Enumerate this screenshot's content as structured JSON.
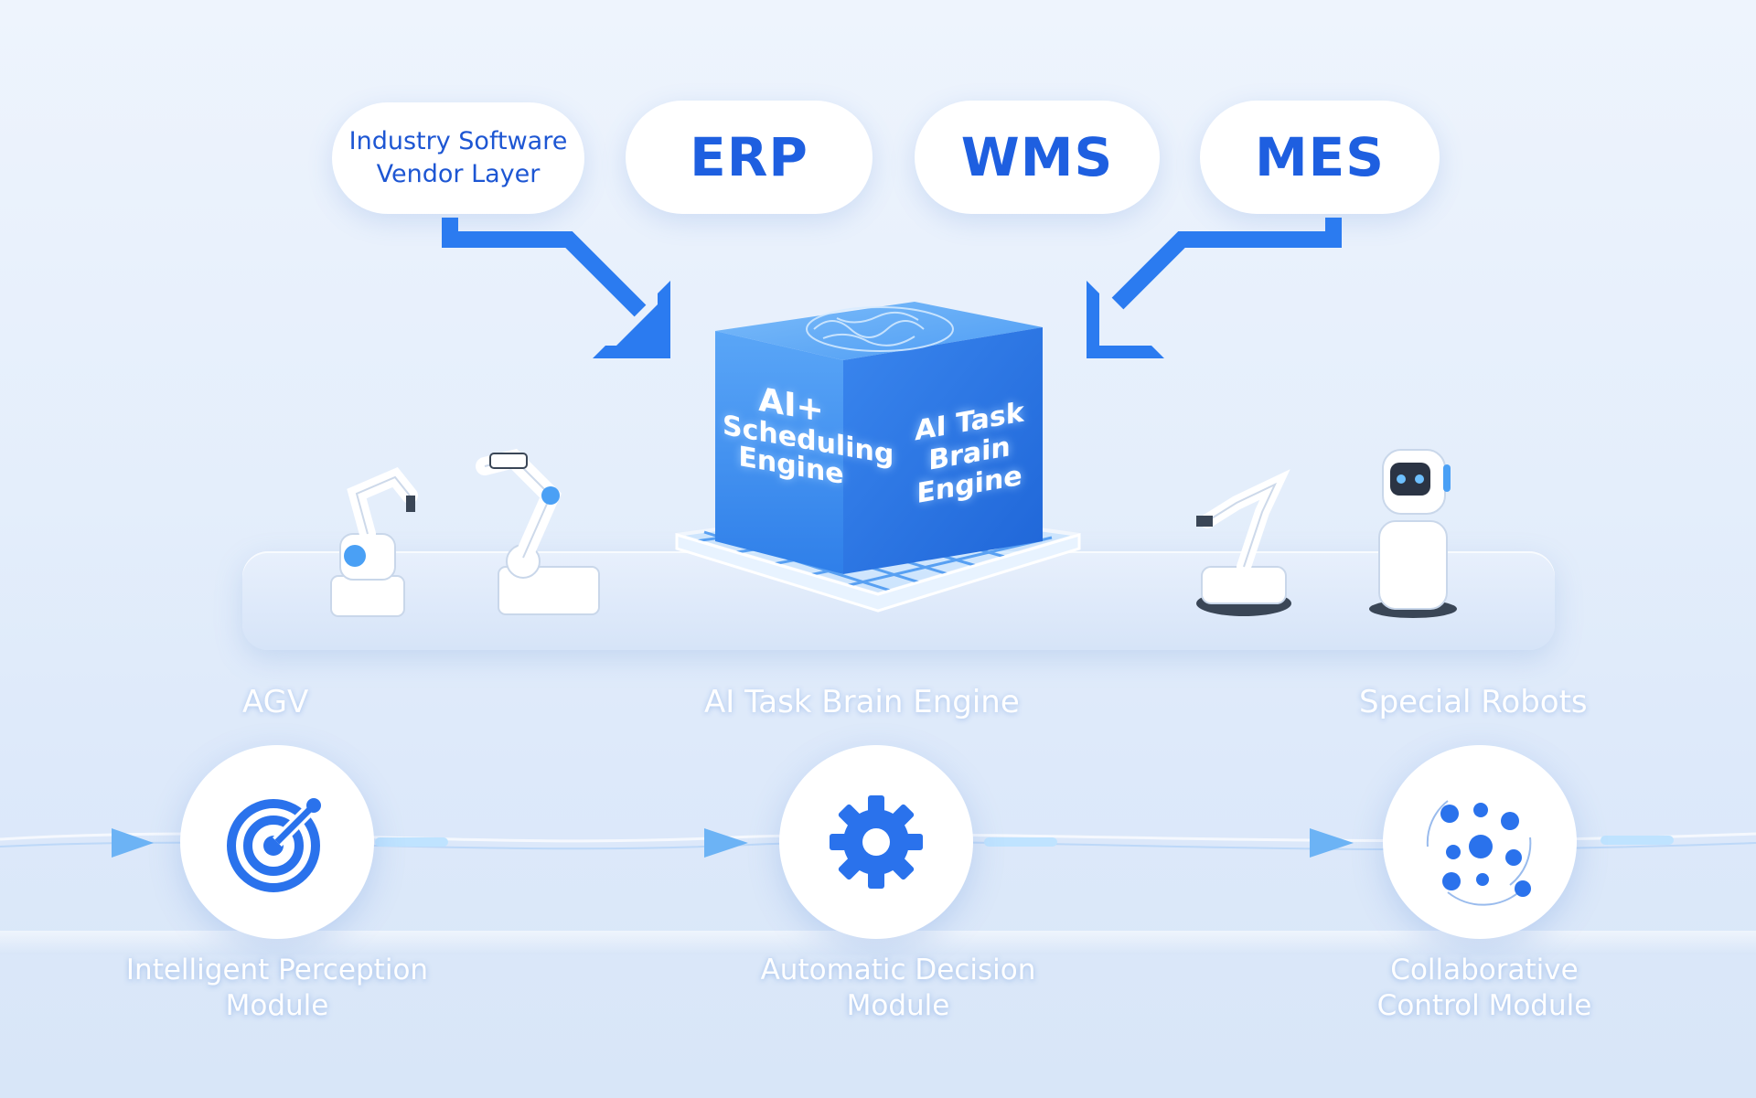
{
  "vendor_layer": {
    "title_line1": "Industry Software",
    "title_line2": "Vendor Layer"
  },
  "systems": [
    {
      "label": "ERP"
    },
    {
      "label": "WMS"
    },
    {
      "label": "MES"
    }
  ],
  "cube": {
    "front_line1": "AI+",
    "front_line2": "Scheduling",
    "front_line3": "Engine",
    "side_line1": "AI Task",
    "side_line2": "Brain Engine"
  },
  "stages": {
    "left": "AGV",
    "center": "AI Task Brain Engine",
    "right": "Special Robots"
  },
  "modules": [
    {
      "line1": "Intelligent Perception",
      "line2": "Module",
      "icon": "target-icon"
    },
    {
      "line1": "Automatic Decision",
      "line2": "Module",
      "icon": "gear-icon"
    },
    {
      "line1": "Collaborative",
      "line2": "Control Module",
      "icon": "network-icon"
    }
  ],
  "colors": {
    "accent": "#1e5fe0",
    "arrow": "#2b7bf0",
    "cube": "#3d8ff2"
  }
}
